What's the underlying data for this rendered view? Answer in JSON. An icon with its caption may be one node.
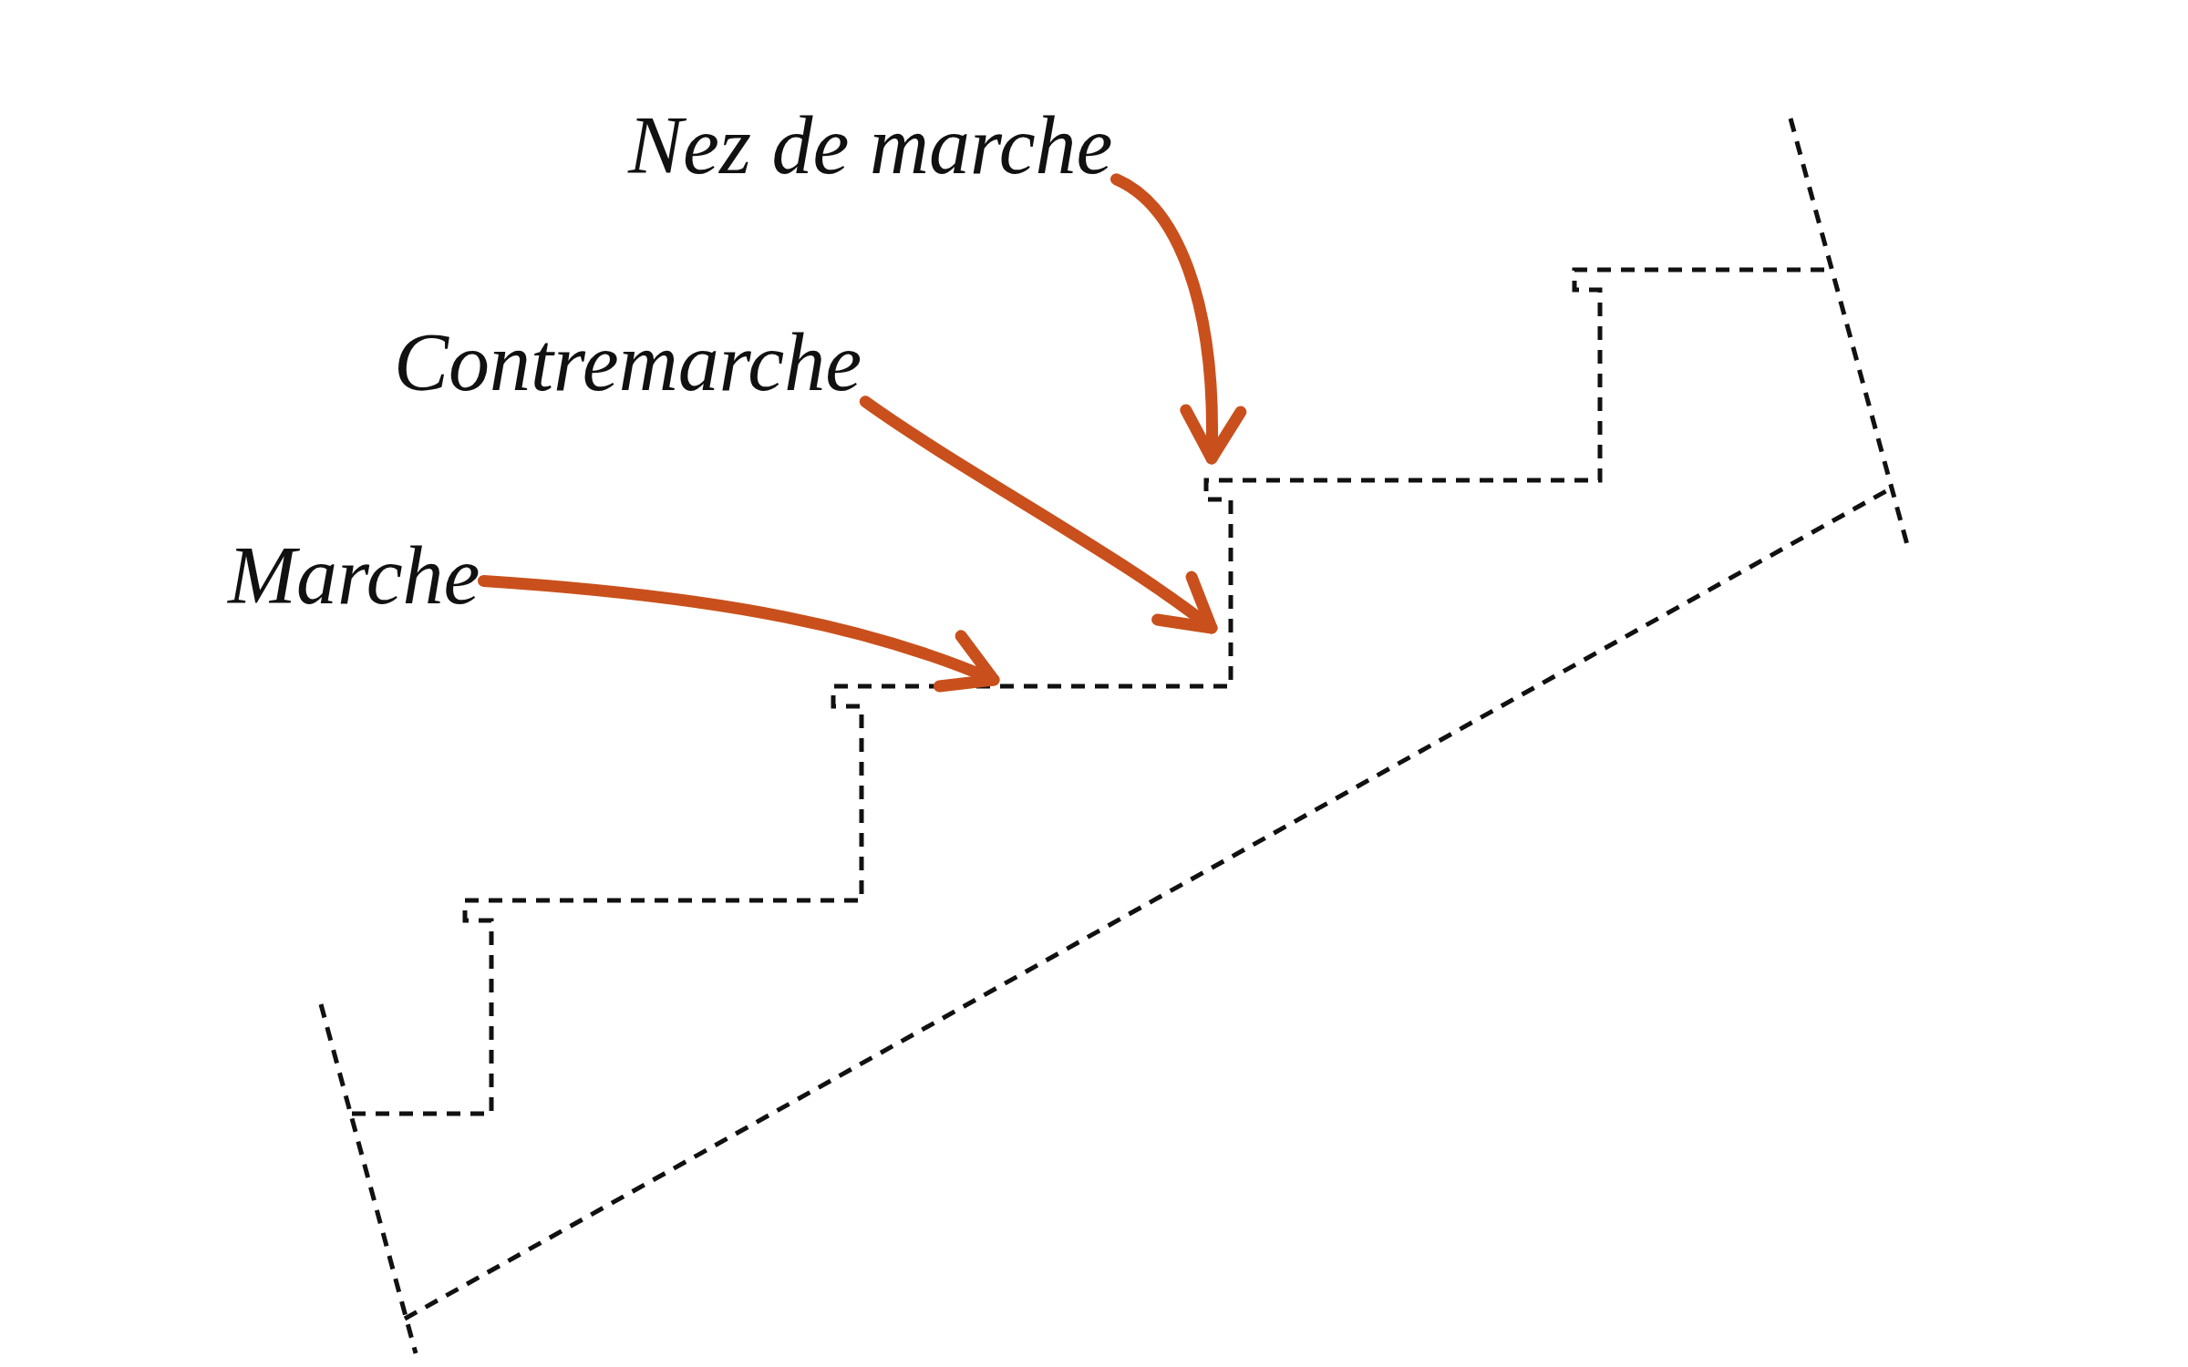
{
  "diagram": {
    "nodes": [
      {
        "text": [
          "Nez de marche"
        ]
      },
      {
        "text": [
          "Contremarche"
        ]
      },
      {
        "text": [
          "Marche"
        ]
      }
    ],
    "edges": [
      {
        "from": 0,
        "to": null,
        "arrow": "to"
      },
      {
        "from": 1,
        "to": null,
        "arrow": "to"
      },
      {
        "from": 2,
        "to": null,
        "arrow": "to"
      }
    ]
  }
}
